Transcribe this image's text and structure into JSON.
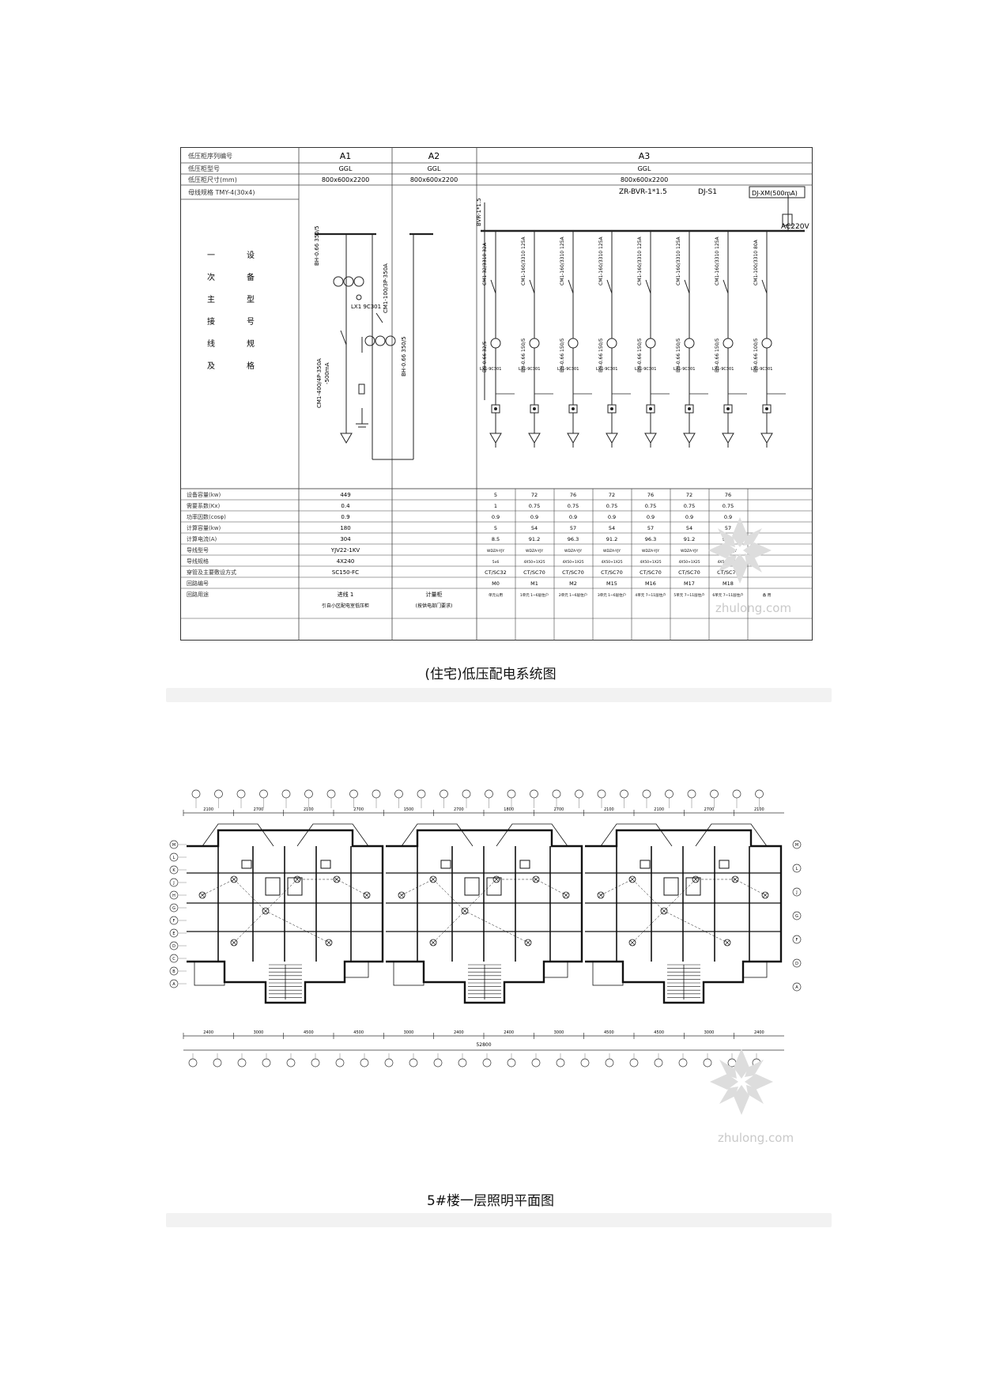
{
  "figure1": {
    "header": {
      "row_labels": [
        "低压柜序列编号",
        "低压柜型号",
        "低压柜尺寸(mm)",
        "母线规格 TMY-4(30x4)"
      ],
      "columns": [
        {
          "id": "A1",
          "model": "GGL",
          "size": "800x600x2200"
        },
        {
          "id": "A2",
          "model": "GGL",
          "size": "800x600x2200"
        },
        {
          "id": "A3",
          "model": "GGL",
          "size": "800x600x2200"
        }
      ]
    },
    "side_label_left": [
      "一",
      "次",
      "主",
      "接",
      "线",
      "及"
    ],
    "side_label_right": [
      "设",
      "备",
      "型",
      "号",
      "规",
      "格"
    ],
    "diagram_notes": {
      "incoming_cable": "ZR-BVR-1*1.5",
      "leakage_relay": "DJ-S1",
      "relay_box": "DJ-XM(500mA)",
      "supply": "AC220V",
      "pe_bus": "BVR-1*1.5",
      "a1_ct": "BH-0.66 350/5",
      "a1_meter": "LX1 9C301",
      "a1_breaker": "CM1-400/4P-350A",
      "a1_rcd": "-500mA",
      "a2_breaker": "CM1-100/3P-350A",
      "a2_ct": "BH-0.66 350/5",
      "feeder_breakers": [
        "CM1-32/3310 32A",
        "CM1-160/3310 125A",
        "CM1-160/3310 125A",
        "CM1-160/3310 125A",
        "CM1-160/3310 125A",
        "CM1-160/3310 125A",
        "CM1-160/3310 125A",
        "CM1-100/3310 80A"
      ],
      "feeder_cts": [
        "BH-0.66 32/5",
        "BH-0.66 150/5",
        "BH-0.66 150/5",
        "BH-0.66 150/5",
        "BH-0.66 150/5",
        "BH-0.66 150/5",
        "BH-0.66 150/5",
        "BH-0.66 100/5"
      ],
      "feeder_meters": [
        "LX1-9C301",
        "LX1-9C301",
        "LX1-9C301",
        "LX1-9C301",
        "LX1-9C301",
        "LX1-9C301",
        "LX1-9C301",
        "LX1-9C301"
      ]
    },
    "table": {
      "row_labels": [
        "设备容量(kw)",
        "需要系数(Kx)",
        "功率因数(cosφ)",
        "计算容量(kw)",
        "计算电流(A)",
        "导线型号",
        "导线规格",
        "穿管及主要敷设方式",
        "回路编号",
        "回路用途"
      ],
      "a1": [
        "449",
        "0.4",
        "0.9",
        "180",
        "304",
        "YJV22-1KV",
        "4X240",
        "SC150-FC",
        "",
        "进线 1"
      ],
      "a1_note": "引自小区配电室低压柜",
      "a2": [
        "",
        "",
        "",
        "",
        "",
        "",
        "",
        "",
        "",
        "计量柜"
      ],
      "a2_note": "(按供电部门要求)",
      "feeders": [
        [
          "5",
          "1",
          "0.9",
          "5",
          "8.5",
          "WDZA-YJY",
          "5x6",
          "CT/SC32",
          "M0",
          "单元公用"
        ],
        [
          "72",
          "0.75",
          "0.9",
          "54",
          "91.2",
          "WDZA-YJY",
          "4X50+1X25",
          "CT/SC70",
          "M1",
          "1单元 1~6层住户"
        ],
        [
          "76",
          "0.75",
          "0.9",
          "57",
          "96.3",
          "WDZA-YJY",
          "4X50+1X25",
          "CT/SC70",
          "M2",
          "2单元 1~6层住户"
        ],
        [
          "72",
          "0.75",
          "0.9",
          "54",
          "91.2",
          "WDZA-YJY",
          "4X50+1X25",
          "CT/SC70",
          "M15",
          "3单元 1~6层住户"
        ],
        [
          "76",
          "0.75",
          "0.9",
          "57",
          "96.3",
          "WDZA-YJY",
          "4X50+1X25",
          "CT/SC70",
          "M16",
          "4单元 7~11层住户"
        ],
        [
          "72",
          "0.75",
          "0.9",
          "54",
          "91.2",
          "WDZA-YJY",
          "4X50+1X25",
          "CT/SC70",
          "M17",
          "5单元 7~11层住户"
        ],
        [
          "76",
          "0.75",
          "0.9",
          "57",
          "96.3",
          "WDZA-YJY",
          "4X50+1X25",
          "CT/SC70",
          "M18",
          "6单元 7~11层住户"
        ],
        [
          "",
          "",
          "",
          "",
          "",
          "",
          "",
          "",
          "",
          "备 用"
        ]
      ]
    },
    "caption": "(住宅)低压配电系统图"
  },
  "figure2": {
    "top_dims": [
      "2100",
      "2700",
      "2100",
      "2700",
      "1500",
      "2700",
      "1800",
      "2700",
      "2100",
      "2100",
      "2700",
      "2100"
    ],
    "bottom_dims": [
      "2400",
      "3000",
      "4500",
      "4500",
      "3000",
      "2400",
      "2400",
      "3000",
      "4500",
      "4500",
      "3000",
      "2400"
    ],
    "total_dim": "52800",
    "axis_letters_left": [
      "M",
      "L",
      "K",
      "J",
      "H",
      "G",
      "F",
      "E",
      "D",
      "C",
      "B",
      "A"
    ],
    "axis_letters_right": [
      "M",
      "L",
      "J",
      "G",
      "F",
      "D",
      "A"
    ],
    "caption": "5#楼一层照明平面图"
  },
  "watermark": {
    "text": "zhulong.com",
    "color": "#c9c9c9"
  }
}
